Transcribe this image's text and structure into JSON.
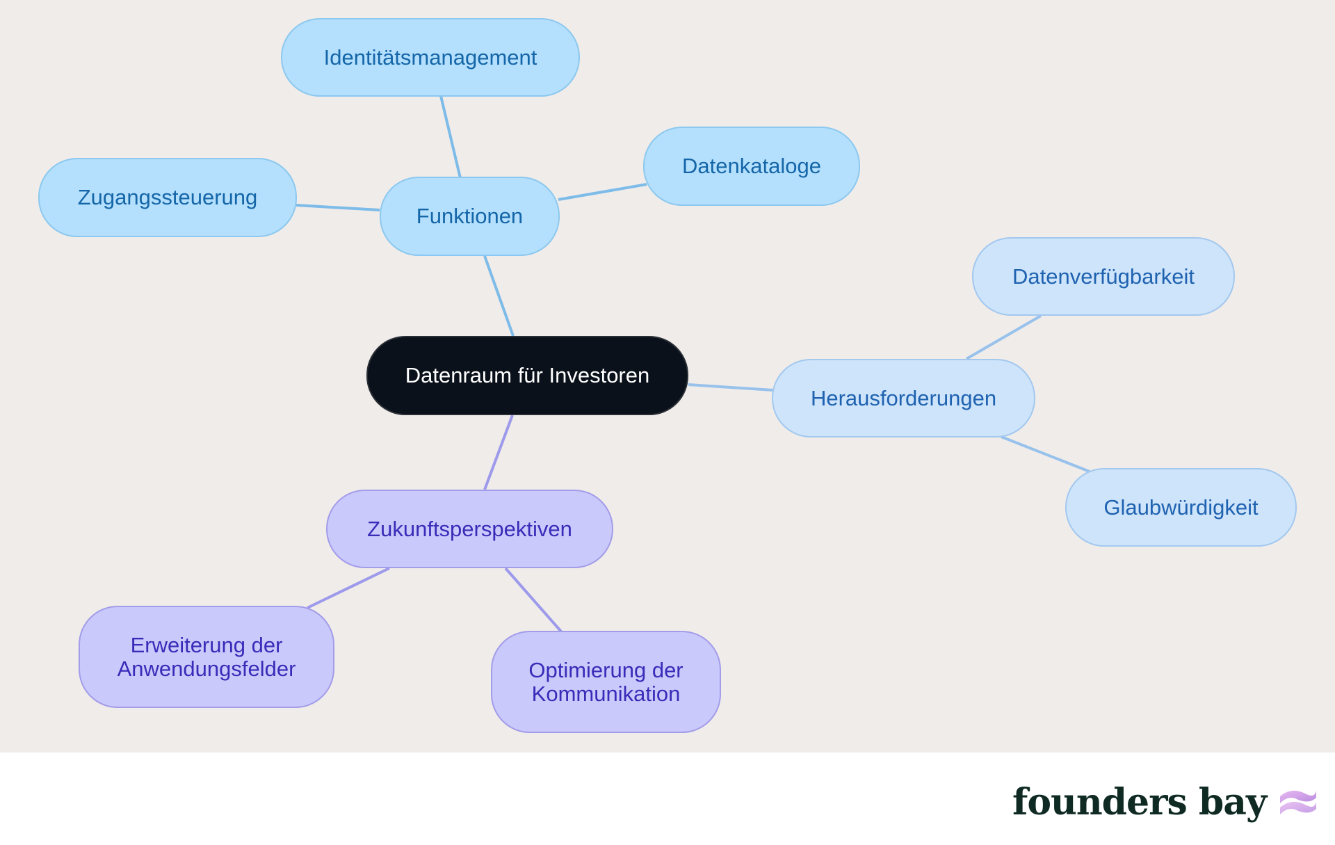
{
  "colors": {
    "canvas": "#f0ecea",
    "root": "#0b111a",
    "blue": "#b4e0fd",
    "lightblue": "#cde4fb",
    "purple": "#c9c9fb",
    "edge_blue": "#7dbbe8",
    "edge_lightblue": "#98c2ec",
    "edge_purple": "#9d9aeb"
  },
  "mindmap": {
    "root": {
      "label": "Datenraum für Investoren"
    },
    "branches": [
      {
        "label": "Funktionen",
        "children": [
          "Identitätsmanagement",
          "Datenkataloge",
          "Zugangssteuerung"
        ]
      },
      {
        "label": "Herausforderungen",
        "children": [
          "Datenverfügbarkeit",
          "Glaubwürdigkeit"
        ]
      },
      {
        "label": "Zukunftsperspektiven",
        "children": [
          "Erweiterung der\nAnwendungsfelder",
          "Optimierung der\nKommunikation"
        ]
      }
    ]
  },
  "logo": {
    "text": "founders bay"
  }
}
